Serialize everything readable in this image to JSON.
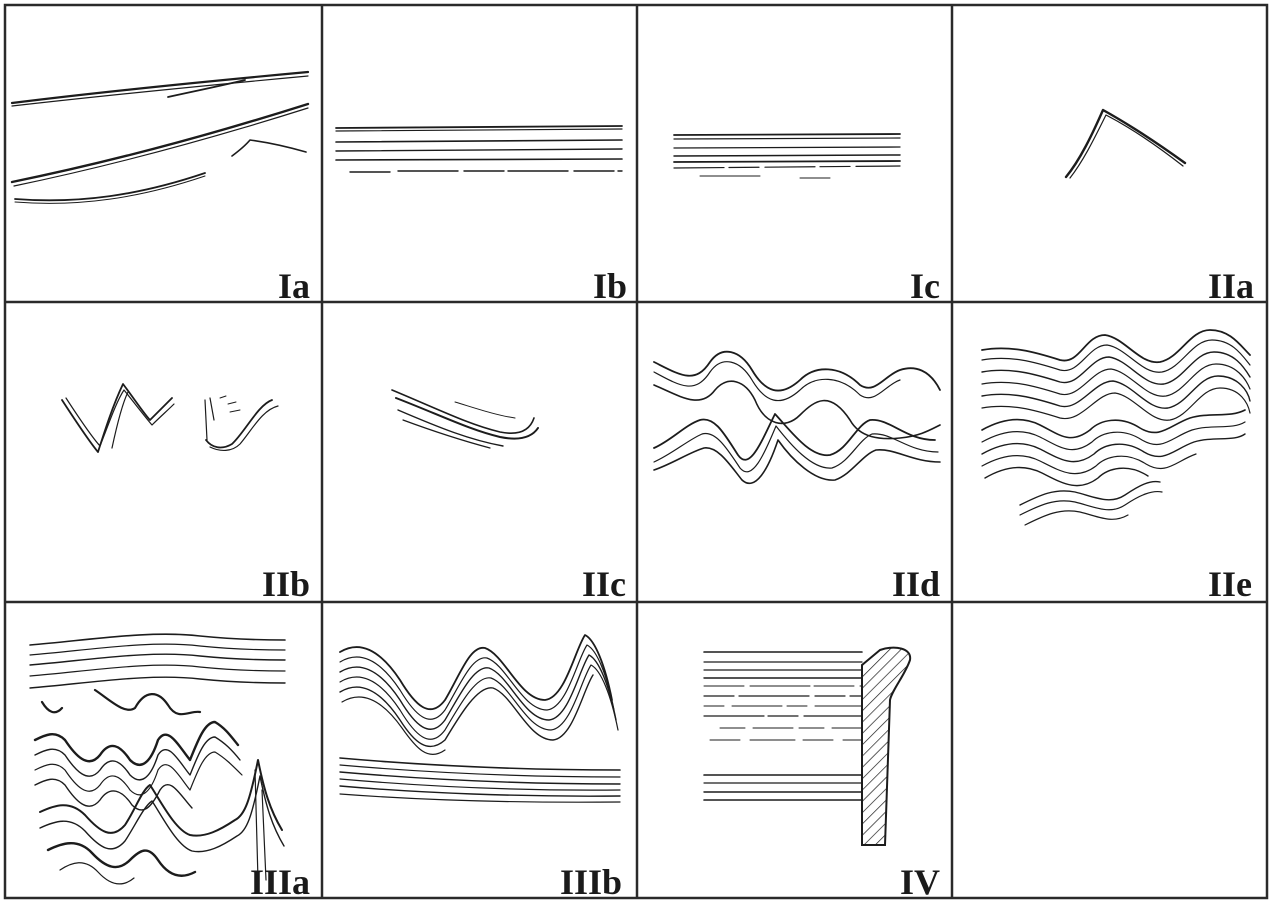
{
  "figure": {
    "panels": [
      {
        "label": "Ia"
      },
      {
        "label": "Ib"
      },
      {
        "label": "Ic"
      },
      {
        "label": "IIa"
      },
      {
        "label": "IIb"
      },
      {
        "label": "IIc"
      },
      {
        "label": "IId"
      },
      {
        "label": "IIe"
      },
      {
        "label": "IIIa"
      },
      {
        "label": "IIIb"
      },
      {
        "label": "IV"
      },
      {
        "label": ""
      }
    ]
  },
  "colors": {
    "line": "#1c1c1c",
    "background": "#ffffff",
    "grid": "#2a2a2a"
  }
}
